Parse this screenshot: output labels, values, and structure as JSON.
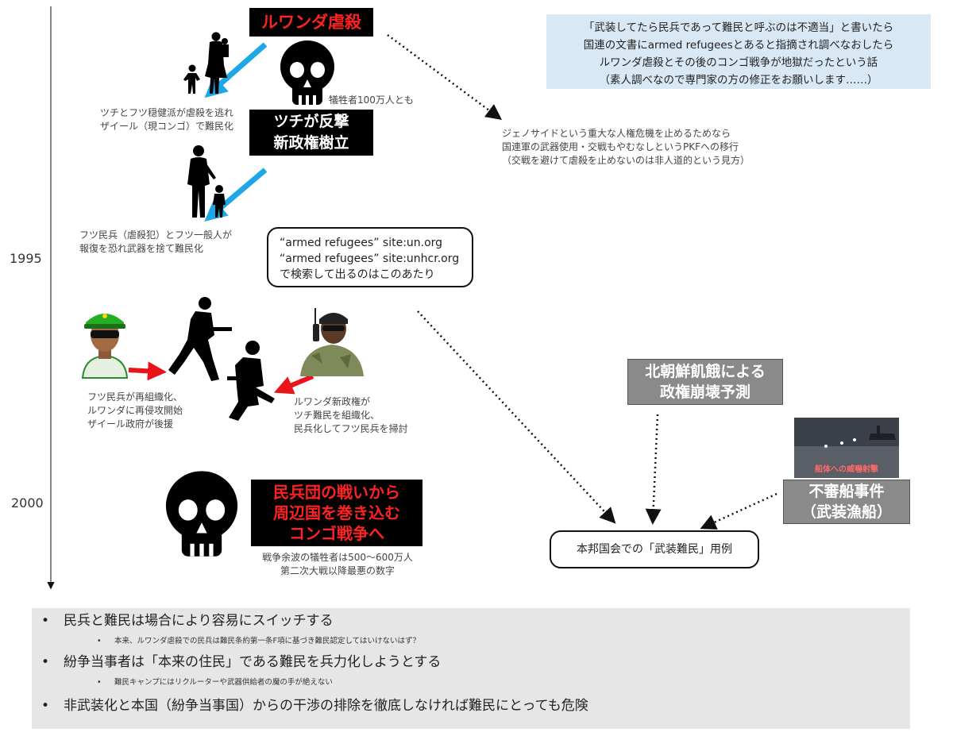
{
  "timeline": {
    "year_1995": "1995",
    "year_2000": "2000"
  },
  "rwanda_genocide_title": "ルワンダ虐殺",
  "victims_note": "犠牲者100万人とも",
  "tutsi_hutu_flee_note": [
    "ツチとフツ穏健派が虐殺を逃れ",
    "ザイール（現コンゴ）で難民化"
  ],
  "tutsi_counter_box": [
    "ツチが反撃",
    "新政権樹立"
  ],
  "hutu_militia_note": [
    "フツ民兵（虐殺犯）とフツ一般人が",
    "報復を恐れ武器を捨て難民化"
  ],
  "genocide_pkf_note": [
    "ジェノサイドという重大な人権危機を止めるためなら",
    "国連軍の武器使用・交戦もやむなしというPKFへの移行",
    "（交戦を避けて虐殺を止めないのは非人道的という見方）"
  ],
  "info_box": [
    "「武装してたら民兵であって難民と呼ぶのは不適当」と書いたら",
    "国連の文書にarmed refugeesとあると指摘され調べなおしたら",
    "ルワンダ虐殺とその後のコンゴ戦争が地獄だったという話",
    "（素人調べなので専門家の方の修正をお願いします……）"
  ],
  "search_box": [
    "“armed refugees” site:un.org",
    "“armed refugees” site:unhcr.org",
    "で検索して出るのはこのあたり"
  ],
  "hutu_reorg_note": [
    "フツ民兵が再組織化、",
    "ルワンダに再侵攻開始",
    "ザイール政府が後援"
  ],
  "rwanda_gov_note": [
    "ルワンダ新政権が",
    "ツチ難民を組織化、",
    "民兵化してフツ民兵を掃討"
  ],
  "congo_war_box": [
    "民兵団の戦いから",
    "周辺国を巻き込む",
    "コンゴ戦争へ"
  ],
  "congo_victims_note": [
    "戦争余波の犠牲者は500～600万人",
    "第二次大戦以降最悪の数字"
  ],
  "north_korea_box": [
    "北朝鮮飢餓による",
    "政権崩壊予測"
  ],
  "suspicious_ship_box": [
    "不審船事件",
    "（武装漁船）"
  ],
  "ship_photo_caption": "船体への威嚇射撃",
  "diet_usage_box": "本邦国会での「武装難民」用例",
  "bullets": [
    {
      "text": "民兵と難民は場合により容易にスイッチする",
      "sub": "本来、ルワンダ虐殺での民兵は難民条約第一条F項に基づき難民認定してはいけないはず？"
    },
    {
      "text": "紛争当事者は「本来の住民」である難民を兵力化しようとする",
      "sub": "難民キャンプにはリクルーターや武器供給者の魔の手が絶えない"
    },
    {
      "text": "非武装化と本国（紛争当事国）からの干渉の排除を徹底しなければ難民にとっても危険",
      "sub": ""
    }
  ],
  "colors": {
    "genocide_red": "#ff2222",
    "blue_arrow": "#1ea7e6",
    "red_arrow": "#e8141a",
    "info_bg": "#d9e8f5",
    "bullet_bg": "#e6e6e6",
    "gray_box": "#8a8a8a"
  }
}
